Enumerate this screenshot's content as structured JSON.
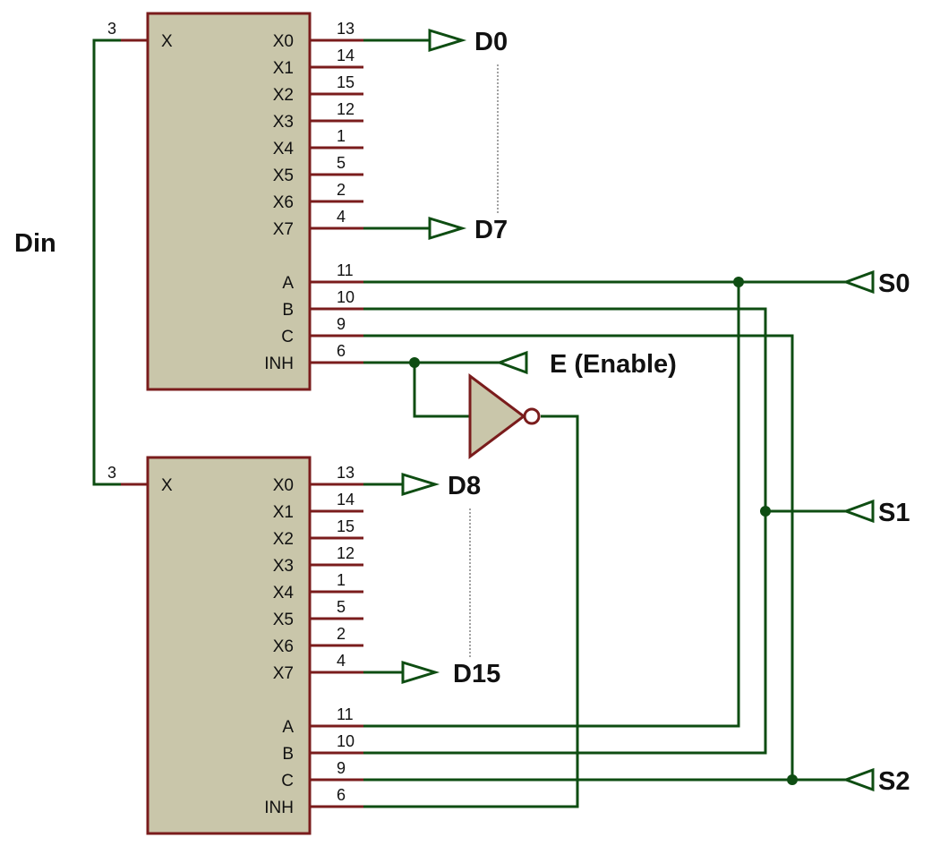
{
  "nets": {
    "din": "Din",
    "d0": "D0",
    "d7": "D7",
    "d8": "D8",
    "d15": "D15",
    "s0": "S0",
    "s1": "S1",
    "s2": "S2",
    "enable": "E (Enable)"
  },
  "chips": [
    {
      "input_pin": {
        "label": "X",
        "num": "3"
      },
      "outputs": [
        {
          "label": "X0",
          "num": "13"
        },
        {
          "label": "X1",
          "num": "14"
        },
        {
          "label": "X2",
          "num": "15"
        },
        {
          "label": "X3",
          "num": "12"
        },
        {
          "label": "X4",
          "num": "1"
        },
        {
          "label": "X5",
          "num": "5"
        },
        {
          "label": "X6",
          "num": "2"
        },
        {
          "label": "X7",
          "num": "4"
        }
      ],
      "controls": [
        {
          "label": "A",
          "num": "11"
        },
        {
          "label": "B",
          "num": "10"
        },
        {
          "label": "C",
          "num": "9"
        },
        {
          "label": "INH",
          "num": "6"
        }
      ]
    },
    {
      "input_pin": {
        "label": "X",
        "num": "3"
      },
      "outputs": [
        {
          "label": "X0",
          "num": "13"
        },
        {
          "label": "X1",
          "num": "14"
        },
        {
          "label": "X2",
          "num": "15"
        },
        {
          "label": "X3",
          "num": "12"
        },
        {
          "label": "X4",
          "num": "1"
        },
        {
          "label": "X5",
          "num": "5"
        },
        {
          "label": "X6",
          "num": "2"
        },
        {
          "label": "X7",
          "num": "4"
        }
      ],
      "controls": [
        {
          "label": "A",
          "num": "11"
        },
        {
          "label": "B",
          "num": "10"
        },
        {
          "label": "C",
          "num": "9"
        },
        {
          "label": "INH",
          "num": "6"
        }
      ]
    }
  ]
}
